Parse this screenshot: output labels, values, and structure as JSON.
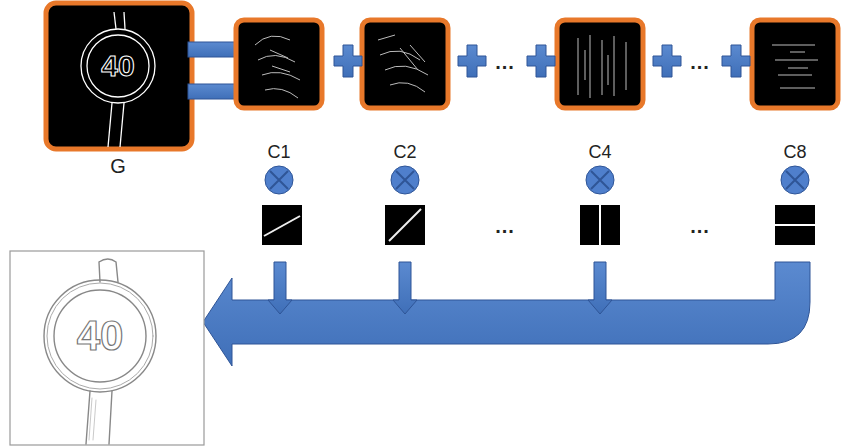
{
  "diagram": {
    "nodes": [
      {
        "text": [
          "40",
          "G"
        ]
      },
      {
        "text": [
          "40"
        ]
      }
    ],
    "labels": [
      "C1",
      "C2",
      "C4",
      "C8",
      "...",
      "...",
      "...",
      "..."
    ]
  }
}
